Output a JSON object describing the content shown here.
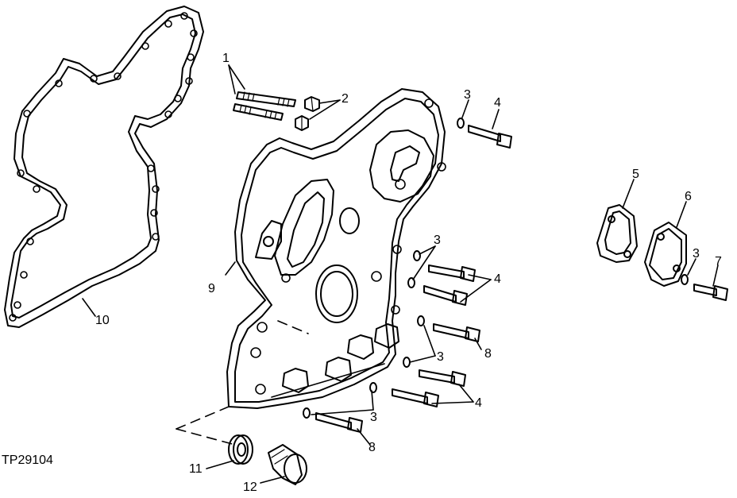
{
  "figure_id": "TP29104",
  "callouts": {
    "c1": "1",
    "c2": "2",
    "c3a": "3",
    "c4a": "4",
    "c5": "5",
    "c6": "6",
    "c3b": "3",
    "c7": "7",
    "c3c": "3",
    "c4b": "4",
    "c9": "9",
    "c10": "10",
    "c3d": "3",
    "c8a": "8",
    "c4c": "4",
    "c3e": "3",
    "c8b": "8",
    "c11": "11",
    "c12": "12"
  },
  "colors": {
    "ink": "#000000",
    "paper": "#ffffff"
  }
}
